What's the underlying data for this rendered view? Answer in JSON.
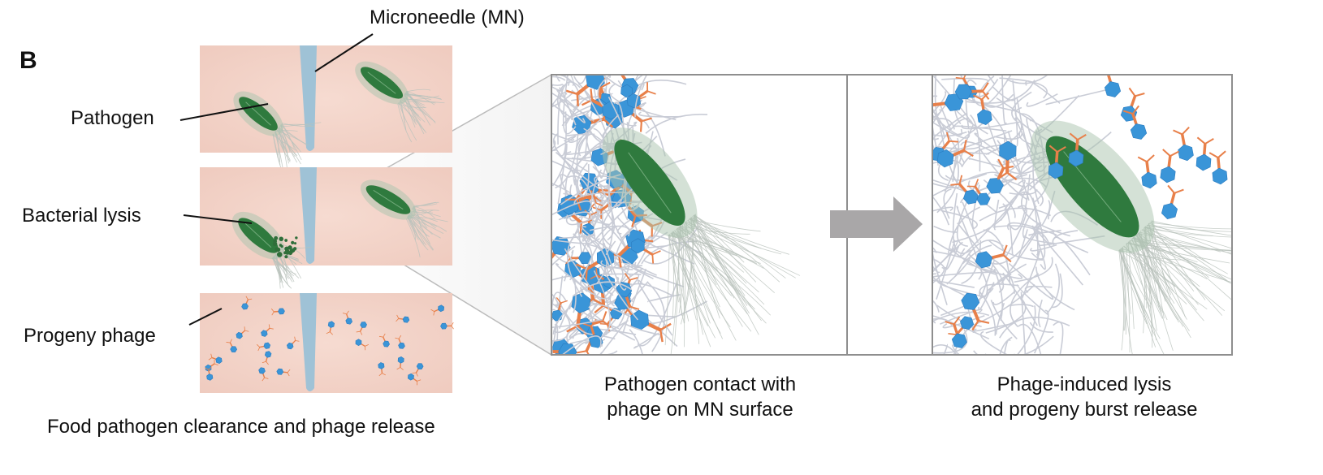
{
  "panel_label": "B",
  "labels": {
    "microneedle": "Microneedle (MN)",
    "pathogen": "Pathogen",
    "bacterial_lysis": "Bacterial lysis",
    "progeny_phage": "Progeny phage"
  },
  "captions": {
    "left": "Food pathogen clearance and phage release",
    "middle_line1": "Pathogen contact with",
    "middle_line2": "phage on MN surface",
    "right_line1": "Phage-induced lysis",
    "right_line2": "and progeny burst release"
  },
  "colors": {
    "tissue": "#f3d3c8",
    "needle": "#9fc2d6",
    "bacterium": "#2f7a3e",
    "phage_head": "#3a95d8",
    "phage_tail": "#e8804a",
    "fiber": "#c9ccd6",
    "arrow": "#a9a7a8",
    "frame": "#8e8e8e"
  }
}
